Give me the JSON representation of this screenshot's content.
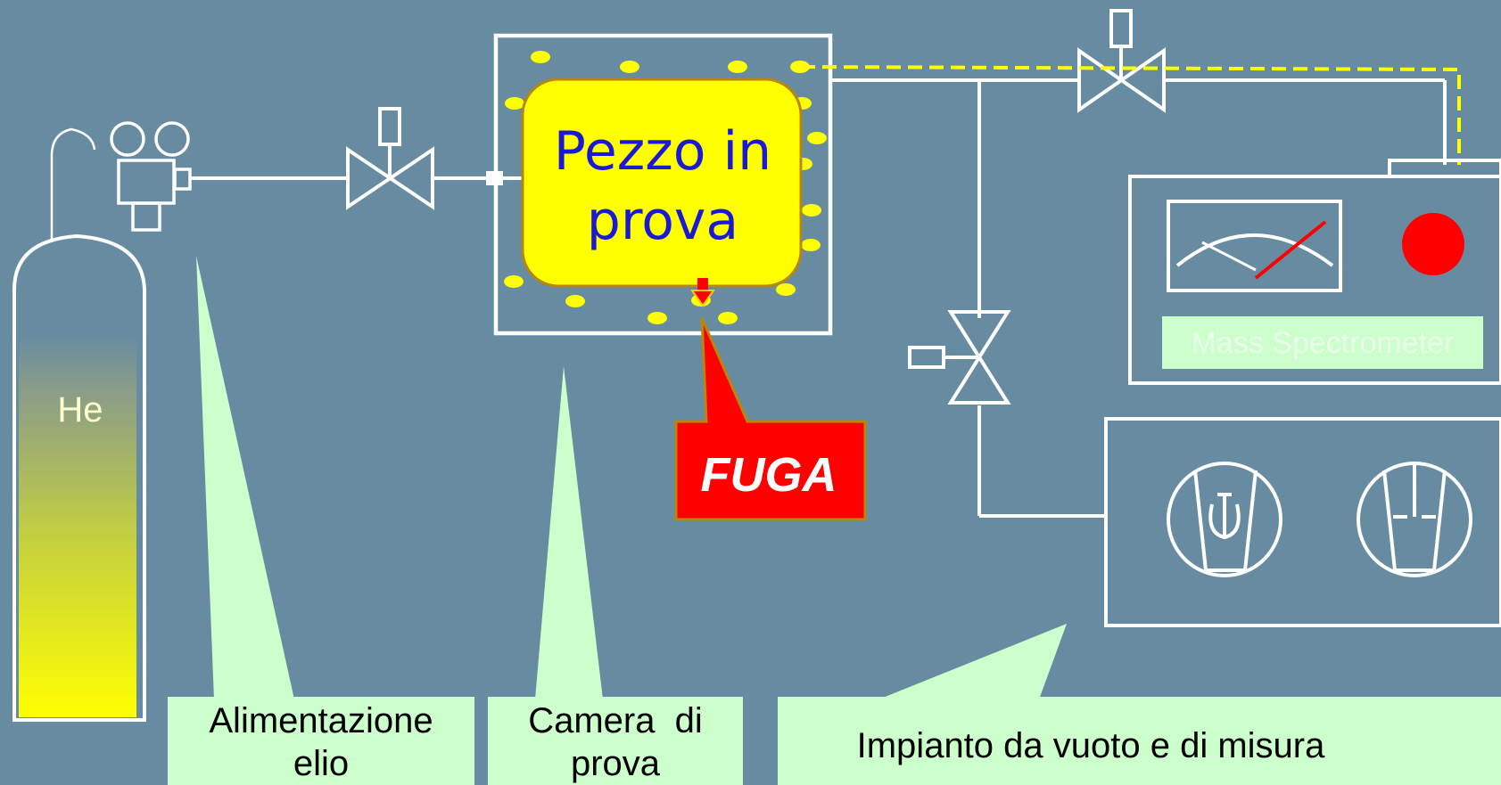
{
  "diagram": {
    "cylinder_label": "He",
    "test_piece_label": [
      "Pezzo in",
      "prova"
    ],
    "leak_label": "FUGA",
    "instrument_label": "Mass Spectrometer",
    "callouts": {
      "helium_supply": [
        "Alimentazione",
        "elio"
      ],
      "test_chamber": [
        "Camera  di",
        "prova"
      ],
      "vacuum_system": "Impianto da vuoto e di misura"
    },
    "colors": {
      "background": "#678ca2",
      "lines": "#ffffff",
      "helium_path": "#ffff00",
      "test_piece_fill": "#ffff00",
      "test_piece_text": "#1a1ad6",
      "leak_box": "#ff0000",
      "indicator_light": "#ff0000",
      "callout_fill": "#ccffcc",
      "spectrometer_label_fill": "#ccffcc"
    }
  }
}
